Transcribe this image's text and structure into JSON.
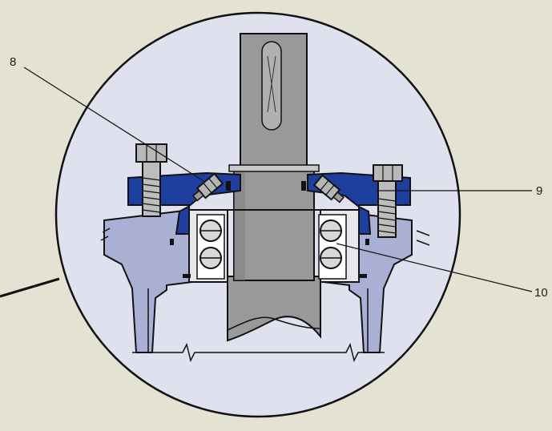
{
  "callouts": [
    {
      "id": "8",
      "label": "8"
    },
    {
      "id": "9",
      "label": "9"
    },
    {
      "id": "10",
      "label": "10"
    }
  ],
  "colors": {
    "background": "#e4e2d2",
    "detail_circle_fill": "#dfe2ee",
    "housing": "#a9b0d4",
    "shaft": "#9c9c9c",
    "shaft_shadow": "#7e7e7e",
    "cover_blue": "#1f3f9e",
    "bearing_ball": "#d8d8d8",
    "outline": "#111111"
  },
  "icons": {
    "bolt": "hex-bolt-icon",
    "nipple": "grease-nipple-icon",
    "bearing": "ball-bearing-icon"
  }
}
